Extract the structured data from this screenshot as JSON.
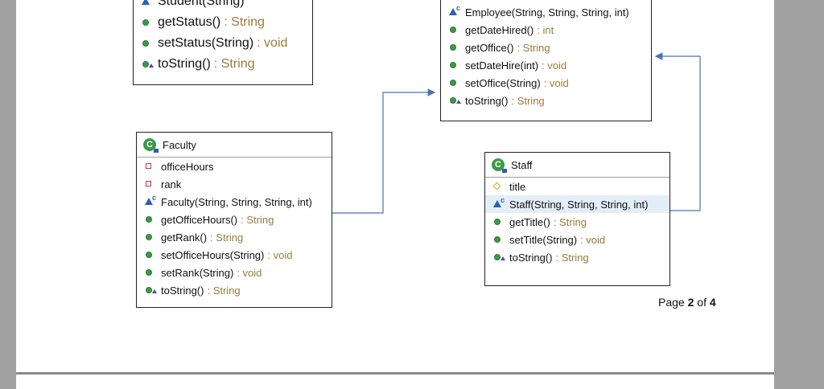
{
  "student_box": {
    "rows": [
      {
        "icon": "constructor-icon",
        "name": "Student(String)",
        "ret": ""
      },
      {
        "icon": "public-method-icon",
        "name": "getStatus()",
        "ret": ": String"
      },
      {
        "icon": "public-method-icon",
        "name": "setStatus(String)",
        "ret": ": void"
      },
      {
        "icon": "override-method-icon",
        "name": "toString()",
        "ret": ": String"
      }
    ]
  },
  "employee_box": {
    "rows": [
      {
        "icon": "constructor-icon",
        "name": "Employee(String, String, String, int)",
        "ret": ""
      },
      {
        "icon": "public-method-icon",
        "name": "getDateHired()",
        "ret": ": int"
      },
      {
        "icon": "public-method-icon",
        "name": "getOffice()",
        "ret": ": String"
      },
      {
        "icon": "public-method-icon",
        "name": "setDateHire(int)",
        "ret": ": void"
      },
      {
        "icon": "public-method-icon",
        "name": "setOffice(String)",
        "ret": ": void"
      },
      {
        "icon": "override-method-icon",
        "name": "toString()",
        "ret": ": String"
      }
    ]
  },
  "faculty_box": {
    "title": "Faculty",
    "rows": [
      {
        "icon": "private-field-icon",
        "name": "officeHours",
        "ret": ""
      },
      {
        "icon": "private-field-icon",
        "name": "rank",
        "ret": ""
      },
      {
        "icon": "constructor-icon",
        "name": "Faculty(String, String, String, int)",
        "ret": ""
      },
      {
        "icon": "public-method-icon",
        "name": "getOfficeHours()",
        "ret": ": String"
      },
      {
        "icon": "public-method-icon",
        "name": "getRank()",
        "ret": ": String"
      },
      {
        "icon": "public-method-icon",
        "name": "setOfficeHours(String)",
        "ret": ": void"
      },
      {
        "icon": "public-method-icon",
        "name": "setRank(String)",
        "ret": ": void"
      },
      {
        "icon": "override-method-icon",
        "name": "toString()",
        "ret": ": String"
      }
    ]
  },
  "staff_box": {
    "title": "Staff",
    "rows": [
      {
        "icon": "protected-field-icon",
        "name": "title",
        "ret": ""
      },
      {
        "icon": "constructor-icon",
        "name": "Staff(String, String, String, int)",
        "ret": ""
      },
      {
        "icon": "public-method-icon",
        "name": "getTitle()",
        "ret": ": String"
      },
      {
        "icon": "public-method-icon",
        "name": "setTitle(String)",
        "ret": ": void"
      },
      {
        "icon": "override-method-icon",
        "name": "toString()",
        "ret": ": String"
      }
    ]
  },
  "pager": {
    "prefix": "Page ",
    "current": "2",
    "middle": " of ",
    "total": "4"
  },
  "colors": {
    "method": "#3c9a49",
    "constructor": "#2d5fb3",
    "private_field": "#d2323c",
    "return_type": "#9a7b3c",
    "connector": "#4a72b8"
  }
}
